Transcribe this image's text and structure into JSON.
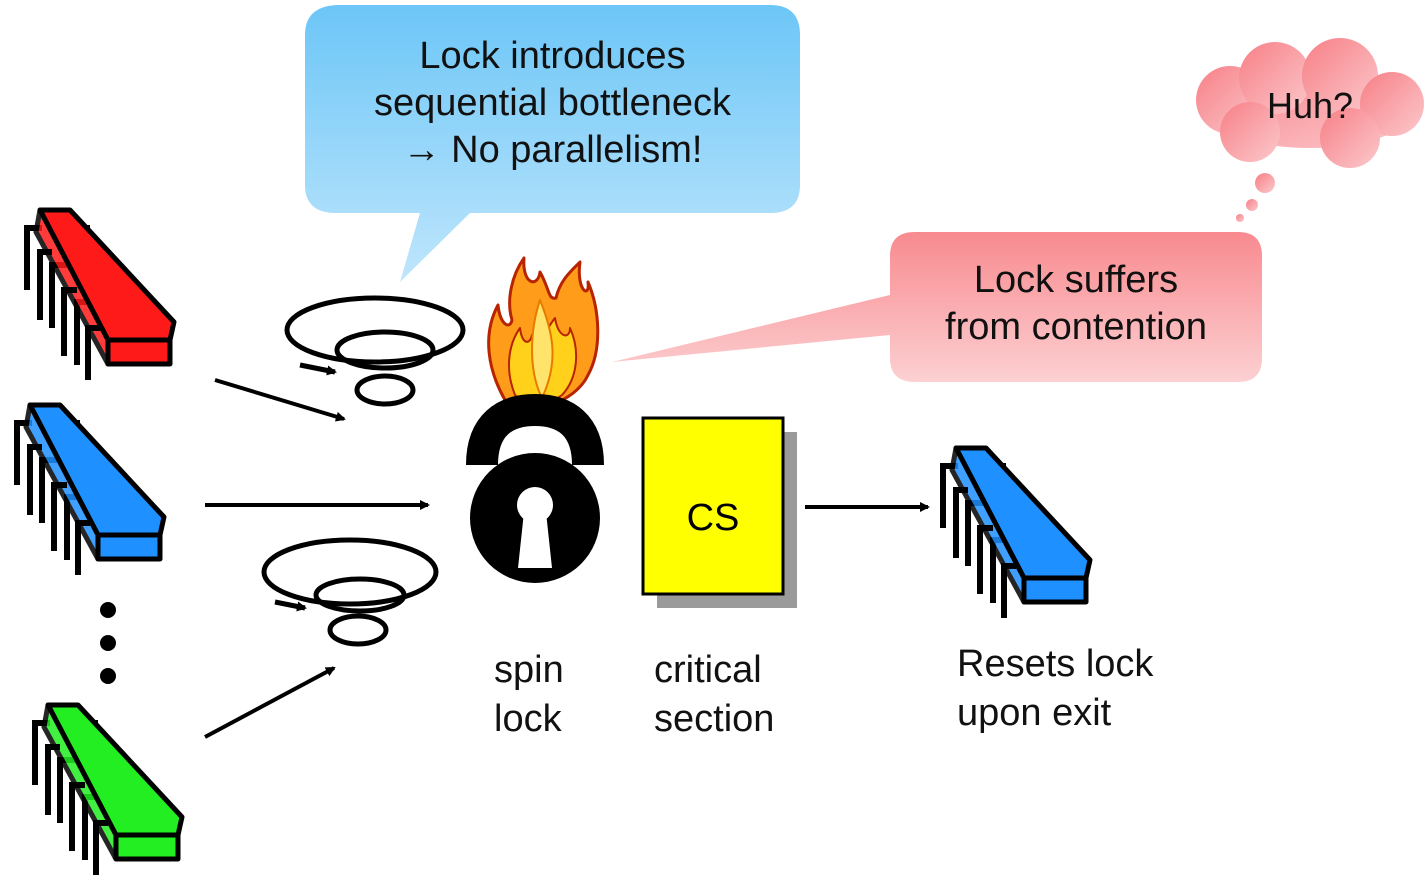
{
  "callouts": {
    "bottleneck": [
      "Lock introduces",
      "sequential bottleneck",
      "→ No parallelism!"
    ],
    "contention": [
      "Lock suffers",
      "from contention"
    ],
    "thought": "Huh?"
  },
  "labels": {
    "spin_lock": [
      "spin",
      "lock"
    ],
    "critical_section": [
      "critical",
      "section"
    ],
    "reset": [
      "Resets lock",
      "upon exit"
    ],
    "cs_box": "CS",
    "ellipsis": "⋮"
  },
  "colors": {
    "processor_red": "#ff1a1a",
    "processor_blue": "#1e90ff",
    "processor_green": "#22ee22",
    "cs_box": "#ffff00",
    "bubble_blue": "#8fd3fa",
    "bubble_red": "#f9a3a6"
  }
}
